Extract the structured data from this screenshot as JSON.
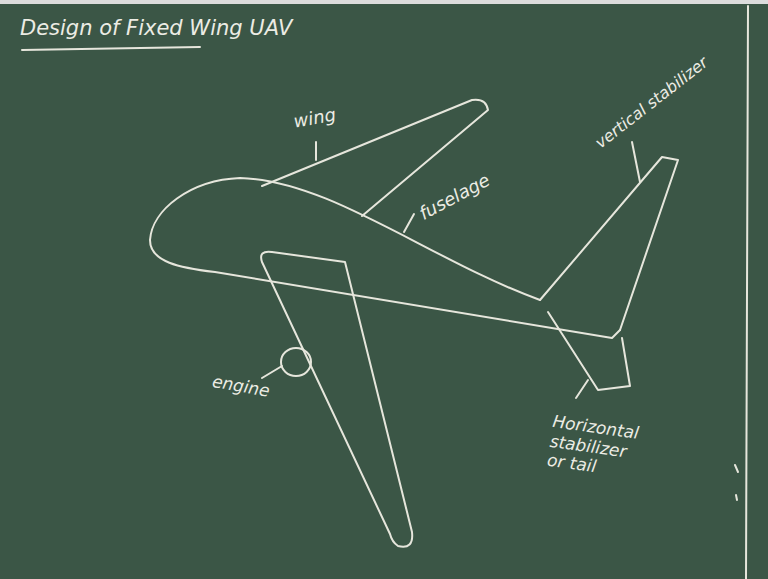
{
  "diagram": {
    "title": "Design of Fixed Wing UAV",
    "labels": [
      "wing",
      "fuselage",
      "vertical stabilizer",
      "engine",
      "Horizontal stabilizer or tail"
    ]
  }
}
